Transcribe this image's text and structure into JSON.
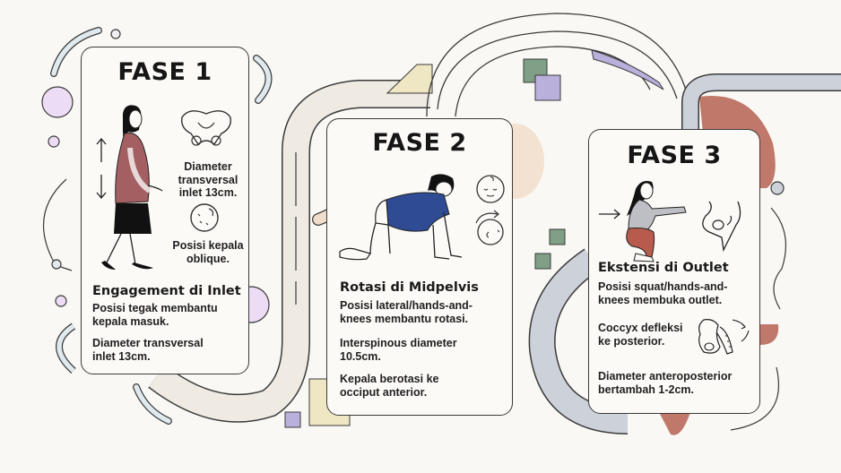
{
  "colors": {
    "background": "#faf8f4",
    "card_bg": "#fbfaf7",
    "outline": "#3a3a3a",
    "lavender": "#b9b0dc",
    "pink_lilac": "#ecdcf5",
    "sage_green": "#7f9f86",
    "terracotta": "#c0786a",
    "sand": "#efe6c4",
    "pale_blue": "#dfe9ee",
    "peach": "#f3e2d2",
    "grey_blue": "#cdd2da",
    "maroon_top": "#a45f62",
    "navy_shirt": "#2f4b93",
    "squat_pants": "#b85a4c"
  },
  "phases": [
    {
      "title": "FASE 1",
      "heading": "Engagement di Inlet",
      "side_captions": [
        "Diameter\ntransversal\ninlet 13cm.",
        "Posisi kepala\noblique."
      ],
      "paragraphs": [
        "Posisi tegak membantu\nkepala masuk.",
        "Diameter transversal\ninlet 13cm."
      ],
      "icons": [
        "standing-pregnant-woman-icon",
        "vertical-double-arrow-icon",
        "pelvis-icon",
        "fetal-head-icon"
      ]
    },
    {
      "title": "FASE 2",
      "heading": "Rotasi di Midpelvis",
      "paragraphs": [
        "Posisi lateral/hands-and-\nknees membantu rotasi.",
        "Interspinous diameter\n10.5cm.",
        "Kepala berotasi ke\nocciput anterior."
      ],
      "icons": [
        "hands-and-knees-woman-icon",
        "baby-face-icon",
        "rotating-head-icon"
      ]
    },
    {
      "title": "FASE 3",
      "heading": "Ekstensi di Outlet",
      "paragraphs": [
        "Posisi squat/hands-and-\nknees membuka outlet.",
        "Coccyx defleksi\nke posterior.",
        "Diameter anteroposterior\nbertambah 1-2cm."
      ],
      "icons": [
        "squatting-woman-icon",
        "right-arrow-icon",
        "pelvis-outlet-icon",
        "coccyx-deflection-icon"
      ]
    }
  ]
}
